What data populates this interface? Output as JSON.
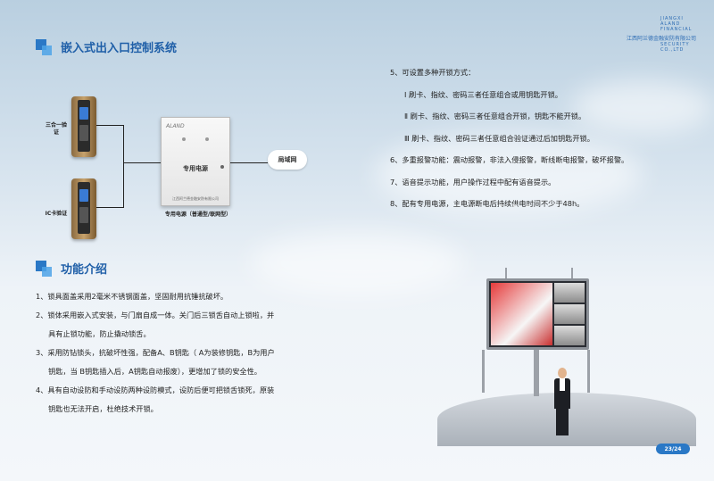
{
  "header": {
    "title": "嵌入式出入口控制系统",
    "logo_vertical": [
      "JIANGXI",
      "ALAND",
      "FINANCIAL",
      "SECURITY",
      "CO.,LTD"
    ],
    "company": "江西阿兰德金融安防有限公司"
  },
  "diagram": {
    "lock1_label": "三合一验证",
    "lock2_label": "IC卡验证",
    "power_brand": "ALAND",
    "power_title": "专用电源",
    "power_sub": "江西阿兰德金融安防有限公司",
    "power_caption": "专用电源（普通型/联网型）",
    "cloud_label": "局域网"
  },
  "features": {
    "title": "功能介绍",
    "items": [
      {
        "line1": "1、锁具面盖采用2毫米不锈钢面盖，坚固耐用抗锤抗破坏。"
      },
      {
        "line1": "2、锁体采用嵌入式安装，与门扇自成一体。关门后三锁舌自动上锁啦，并",
        "line2": "具有止锁功能，防止撬动锁舌。"
      },
      {
        "line1": "3、采用防钻锁头，抗破坏性强，配备A、B钥匙（ A为装修钥匙，B为用户",
        "line2": "钥匙，当 B钥匙插入后，A钥匙自动报废），更增加了锁的安全性。"
      },
      {
        "line1": "4、具有自动设防和手动设防两种设防模式，设防后便可把锁舌锁死，原装",
        "line2": "钥匙也无法开启，杜绝技术开锁。"
      }
    ]
  },
  "right_list": {
    "item5": "5、可设置多种开锁方式：",
    "sub1": "Ⅰ 刷卡、指纹、密码三者任意组合或用钥匙开锁。",
    "sub2": "Ⅱ 刷卡、指纹、密码三者任意组合开锁，钥匙不能开锁。",
    "sub3": "Ⅲ 刷卡、指纹、密码三者任意组合验证通过后加钥匙开锁。",
    "item6": "6、多重报警功能：震动报警，非法入侵报警，断线断电报警，破坏报警。",
    "item7": "7、语音提示功能，用户操作过程中配有语音提示。",
    "item8": "8、配有专用电源，主电源断电后持续供电时间不少于48h。"
  },
  "page_badge": "23/24",
  "colors": {
    "accent": "#2a78c6",
    "title": "#1f5fa8"
  }
}
